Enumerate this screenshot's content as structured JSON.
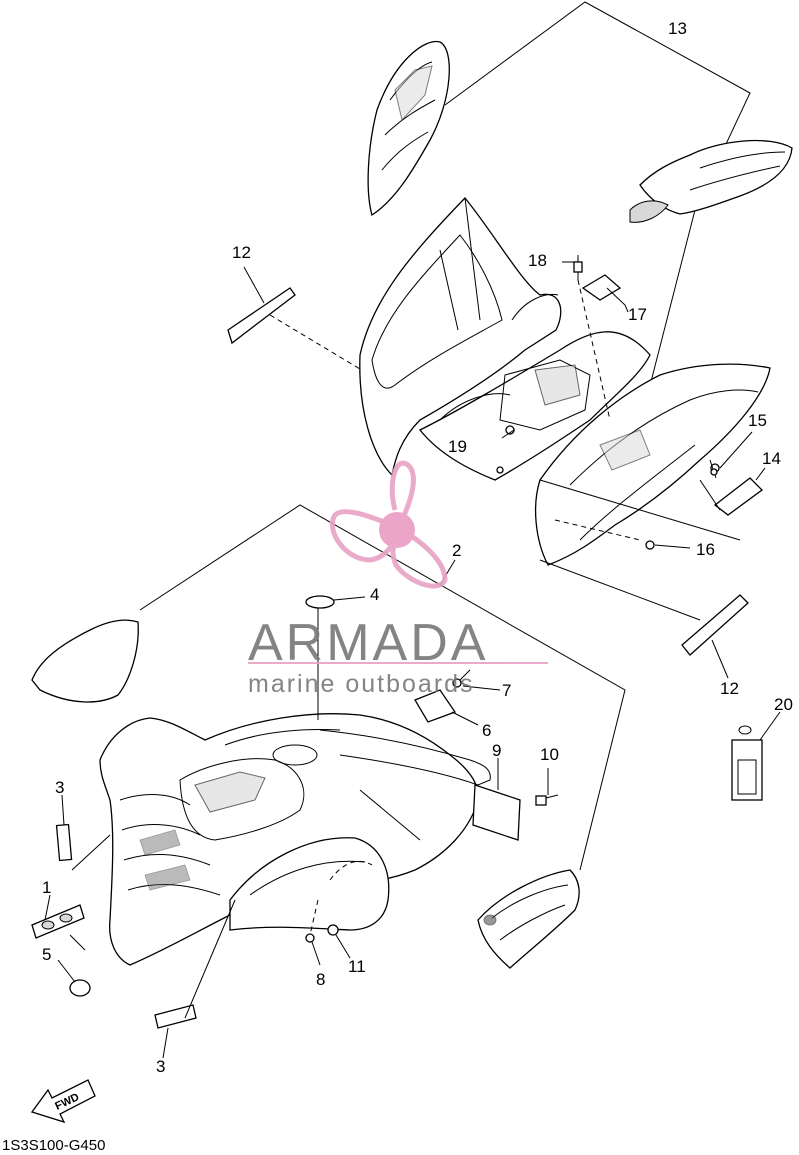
{
  "diagram": {
    "drawing_code": "1S3S100-G450",
    "direction_label": "FWD",
    "callouts": [
      "13",
      "12",
      "18",
      "17",
      "19",
      "15",
      "14",
      "16",
      "2",
      "4",
      "7",
      "6",
      "9",
      "10",
      "3",
      "1",
      "5",
      "8",
      "11",
      "3",
      "12",
      "20"
    ],
    "watermark": {
      "brand": "ARMADA",
      "tagline": "marine outboards",
      "colors": {
        "text": "#777777",
        "propeller": "#e8a3c6",
        "hub": "#e89cc3",
        "rule": "#e8a3c6"
      }
    }
  }
}
